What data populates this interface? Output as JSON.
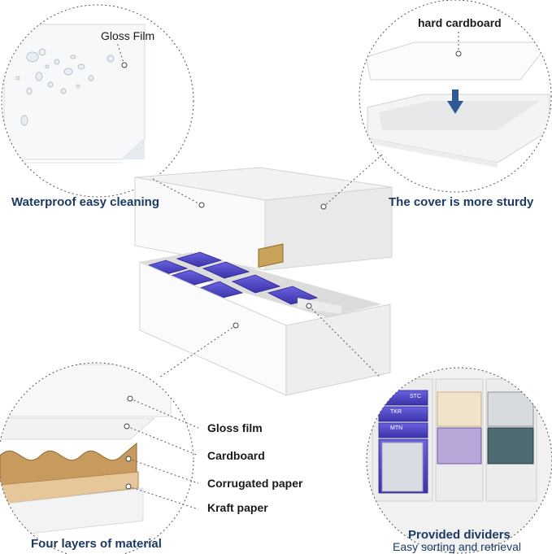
{
  "labels": {
    "gloss_film_top": "Gloss Film",
    "hard_cardboard": "hard cardboard",
    "waterproof": "Waterproof easy cleaning",
    "cover_sturdy": "The cover is more sturdy",
    "gloss_film_layer": "Gloss film",
    "cardboard_layer": "Cardboard",
    "corrugated_layer": "Corrugated paper",
    "kraft_layer": "Kraft paper",
    "four_layers": "Four layers of material",
    "dividers_title": "Provided dividers",
    "dividers_subtitle": "Easy sorting and retrieval"
  },
  "tab_labels": [
    "STC",
    "TKR",
    "MTN"
  ],
  "colors": {
    "label_navy": "#1c3a63",
    "arrow_blue": "#2e5a93",
    "sleeve_purple": "#5148c8",
    "kraft": "#c79a5e"
  }
}
